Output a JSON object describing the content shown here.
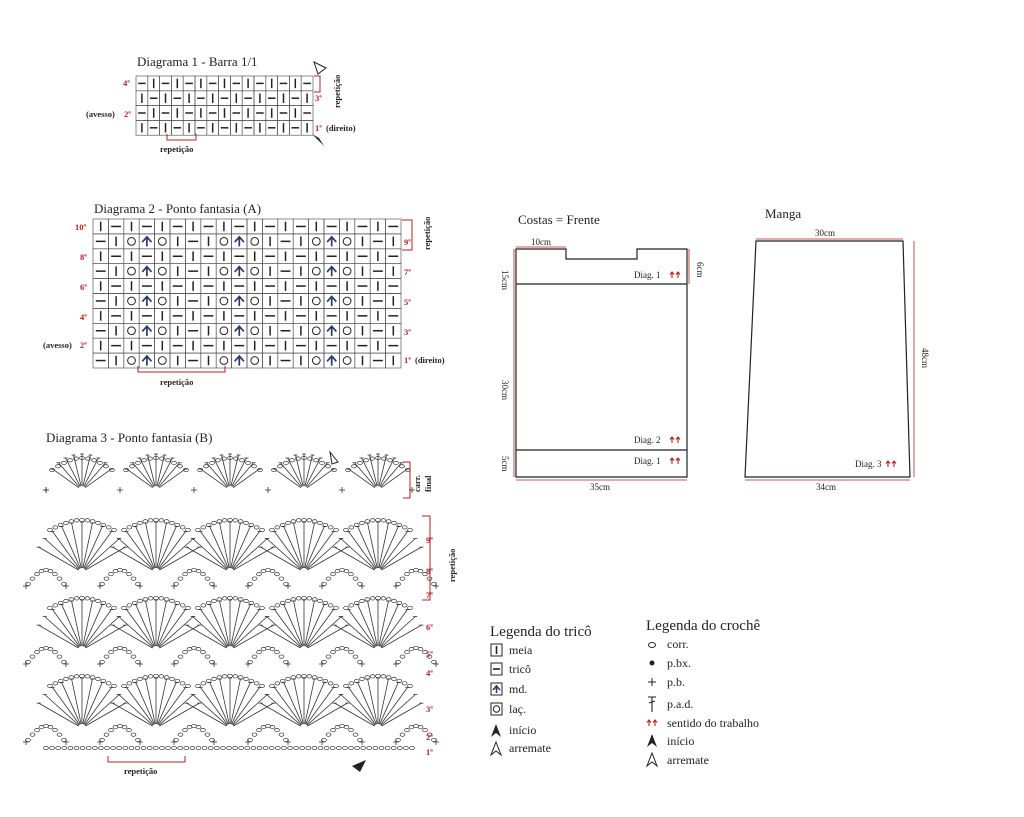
{
  "diagram1": {
    "title": "Diagrama 1 - Barra 1/1",
    "rows_top_down": [
      "4ª",
      "3ª",
      "2ª",
      "1ª"
    ],
    "left_note": "(avesso)",
    "right_note": "(direito)",
    "repeat_bottom": "repetição",
    "repeat_side": "repetição"
  },
  "diagram2": {
    "title": "Diagrama 2 - Ponto fantasia (A)",
    "rows_top_down": [
      "10ª",
      "9ª",
      "8ª",
      "7ª",
      "6ª",
      "5ª",
      "4ª",
      "3ª",
      "2ª",
      "1ª"
    ],
    "left_note": "(avesso)",
    "right_note": "(direito)",
    "repeat_bottom": "repetição",
    "repeat_side": "repetição"
  },
  "diagram3": {
    "title": "Diagrama 3 - Ponto fantasia (B)",
    "final_label": "carr. final",
    "rows_top_down": [
      "9ª",
      "8ª",
      "7ª",
      "6ª",
      "5ª",
      "4ª",
      "3ª",
      "2ª",
      "1ª"
    ],
    "repeat_bottom": "repetição",
    "repeat_side": "repetição"
  },
  "back_front": {
    "title": "Costas = Frente",
    "top_width": "10cm",
    "right_height": "6cm",
    "left_top": "15cm",
    "left_mid": "30cm",
    "left_bottom": "5cm",
    "bottom_width": "35cm",
    "labels": [
      "Diag. 1",
      "Diag. 2",
      "Diag. 1"
    ]
  },
  "sleeve": {
    "title": "Manga",
    "top_width": "30cm",
    "height": "48cm",
    "bottom_width": "34cm",
    "label": "Diag. 3"
  },
  "legend_knit": {
    "title": "Legenda do tricô",
    "items": [
      {
        "icon": "knit-stitch-icon",
        "label": "meia"
      },
      {
        "icon": "purl-stitch-icon",
        "label": "tricô"
      },
      {
        "icon": "decrease-stitch-icon",
        "label": "md."
      },
      {
        "icon": "yarn-over-icon",
        "label": "laç."
      },
      {
        "icon": "start-arrow-icon",
        "label": "início"
      },
      {
        "icon": "bind-off-arrow-icon",
        "label": "arremate"
      }
    ]
  },
  "legend_crochet": {
    "title": "Legenda do crochê",
    "items": [
      {
        "icon": "chain-icon",
        "label": "corr."
      },
      {
        "icon": "slip-stitch-icon",
        "label": "p.bx."
      },
      {
        "icon": "single-crochet-icon",
        "label": "p.b."
      },
      {
        "icon": "double-crochet-icon",
        "label": "p.a.d."
      },
      {
        "icon": "work-direction-icon",
        "label": "sentido do trabalho"
      },
      {
        "icon": "start-arrow-icon",
        "label": "início"
      },
      {
        "icon": "bind-off-arrow-icon",
        "label": "arremate"
      }
    ]
  },
  "colors": {
    "line": "#222222",
    "accent": "#b22222",
    "navy": "#2b3a67"
  }
}
